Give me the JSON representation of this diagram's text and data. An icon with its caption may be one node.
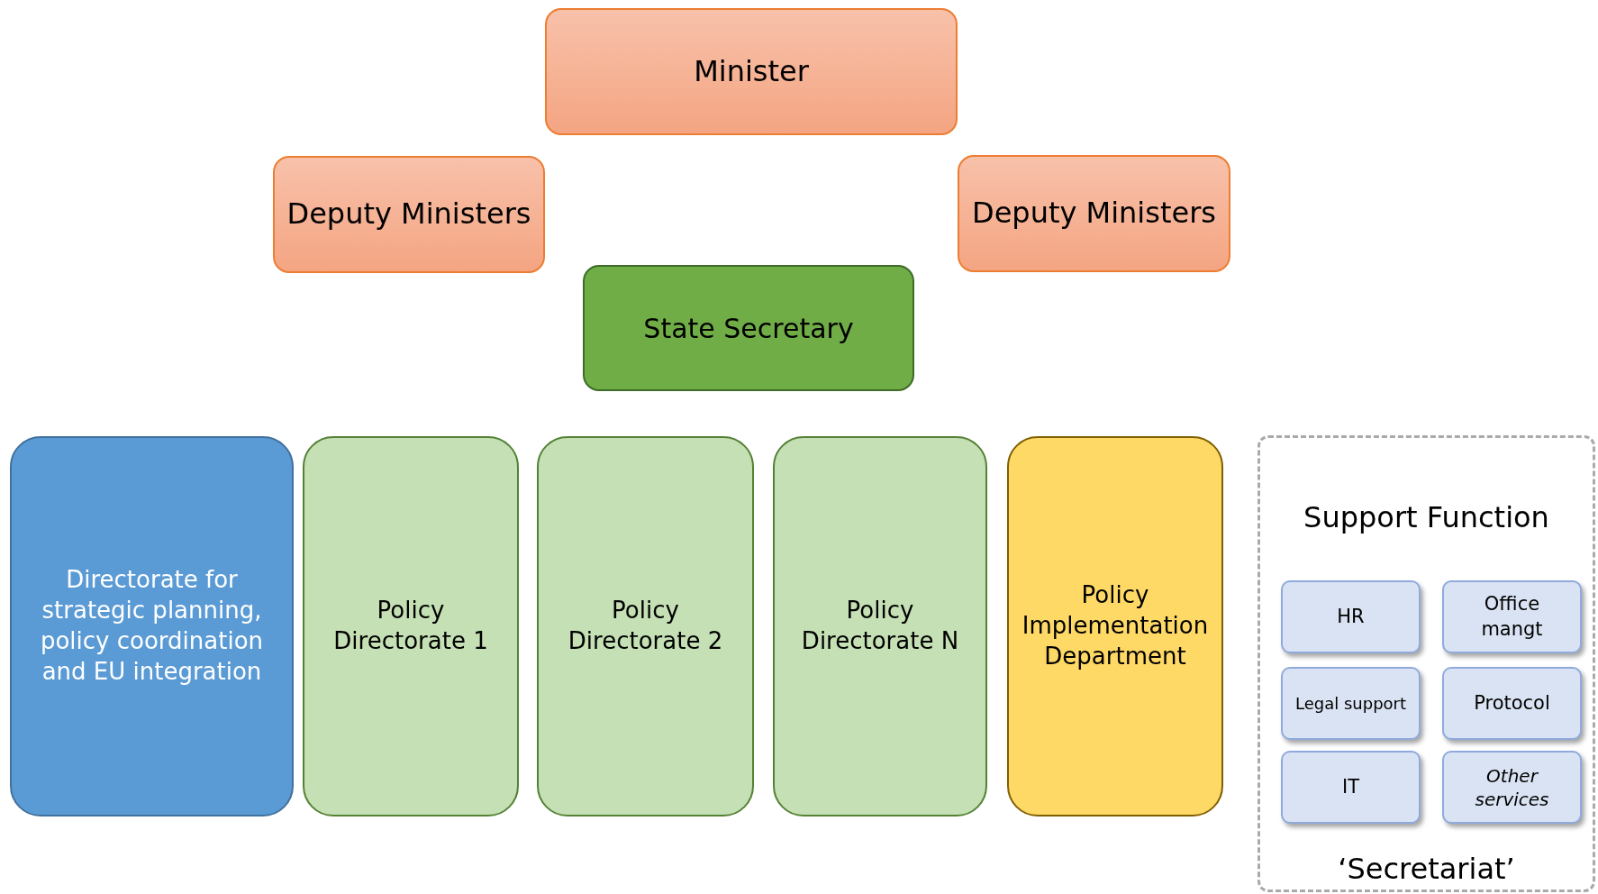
{
  "diagram": {
    "nodes": [
      {
        "text": [
          "Minister"
        ]
      },
      {
        "text": [
          "Deputy Ministers"
        ]
      },
      {
        "text": [
          "Deputy Ministers"
        ]
      },
      {
        "text": [
          "State Secretary"
        ]
      },
      {
        "text": [
          "Directorate for strategic planning, policy coordination and EU integration"
        ]
      },
      {
        "text": [
          "Policy Directorate 1"
        ]
      },
      {
        "text": [
          "Policy Directorate 2"
        ]
      },
      {
        "text": [
          "Policy Directorate N"
        ]
      },
      {
        "text": [
          "Policy Implementation Department"
        ]
      },
      {
        "text": [
          "Support Function",
          "‘Secretariat’"
        ]
      },
      {
        "text": [
          "HR"
        ],
        "in": 9
      },
      {
        "text": [
          "Office mangt"
        ],
        "in": 9
      },
      {
        "text": [
          "Legal support"
        ],
        "in": 9
      },
      {
        "text": [
          "Protocol"
        ],
        "in": 9
      },
      {
        "text": [
          "IT"
        ],
        "in": 9
      },
      {
        "text": [
          "Other services"
        ],
        "in": 9
      }
    ]
  }
}
